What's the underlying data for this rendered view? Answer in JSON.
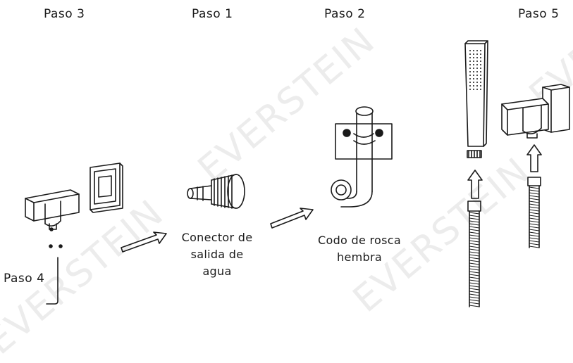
{
  "steps": {
    "paso3": "Paso 3",
    "paso1": "Paso 1",
    "paso2": "Paso 2",
    "paso5": "Paso 5",
    "paso4": "Paso 4"
  },
  "captions": {
    "connector_line1": "Conector de",
    "connector_line2": "salida de agua",
    "elbow_line1": "Codo de rosca",
    "elbow_line2": "hembra"
  },
  "watermark": "EVERSTEIN",
  "colors": {
    "line": "#1a1a1a",
    "watermark": "#ececec"
  }
}
